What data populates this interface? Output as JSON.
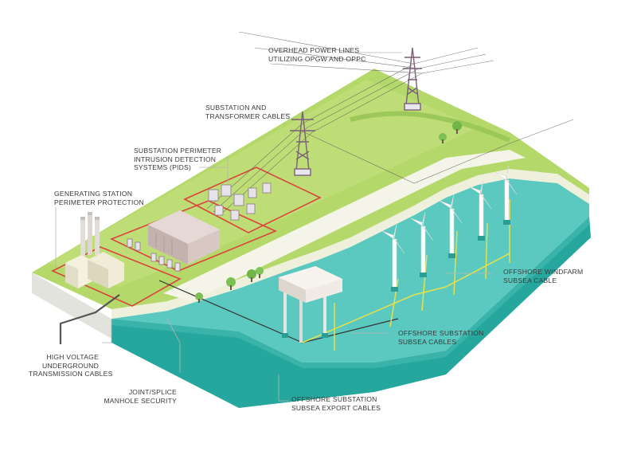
{
  "labels": {
    "overhead": [
      "OVERHEAD POWER LINES",
      "UTILIZING OPGW AND OPPC"
    ],
    "transformer": [
      "SUBSTATION AND",
      "TRANSFORMER CABLES"
    ],
    "pids": [
      "SUBSTATION PERIMETER",
      "INTRUSION DETECTION",
      "SYSTEMS (PIDS)"
    ],
    "generating": [
      "GENERATING STATION",
      "PERIMETER PROTECTION"
    ],
    "windfarm": [
      "OFFSHORE WINDFARM",
      "SUBSEA CABLE"
    ],
    "offshore_sub": [
      "OFFSHORE SUBSTATION",
      "SUBSEA CABLES"
    ],
    "hv": [
      "HIGH VOLTAGE",
      "UNDERGROUND",
      "TRANSMISSION CABLES"
    ],
    "joint": [
      "JOINT/SPLICE",
      "MANHOLE SECURITY"
    ],
    "export": [
      "OFFSHORE SUBSTATION",
      "SUBSEA EXPORT CABLES"
    ]
  },
  "colors": {
    "grass_top": "#b5d86a",
    "grass_side": "#8fbf4f",
    "sand": "#eef0dc",
    "sea_top": "#5cc9c0",
    "sea_side": "#2fb3aa",
    "soil_side": "#e6e6e0",
    "perimeter": "#d9453c",
    "cable": "#e8e04a",
    "building": "#d8c8c4",
    "tower": "#7a5f79"
  },
  "icons": [
    "transmission-tower-icon",
    "wind-turbine-icon",
    "tree-icon",
    "smokestack-icon",
    "offshore-platform-icon"
  ]
}
